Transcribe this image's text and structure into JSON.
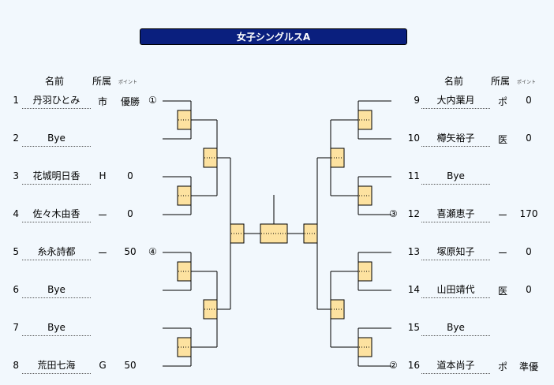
{
  "title": "女子シングルスA",
  "headers": {
    "name": "名前",
    "affiliation": "所属",
    "points": "ポイント"
  },
  "left": [
    {
      "num": "1",
      "name": "丹羽ひとみ",
      "aff": "市",
      "pts": "優勝",
      "seed": "①"
    },
    {
      "num": "2",
      "name": "Bye",
      "aff": "",
      "pts": "",
      "seed": ""
    },
    {
      "num": "3",
      "name": "花城明日香",
      "aff": "H",
      "pts": "0",
      "seed": ""
    },
    {
      "num": "4",
      "name": "佐々木由香",
      "aff": "ー",
      "pts": "0",
      "seed": ""
    },
    {
      "num": "5",
      "name": "糸永詩都",
      "aff": "ー",
      "pts": "50",
      "seed": "④"
    },
    {
      "num": "6",
      "name": "Bye",
      "aff": "",
      "pts": "",
      "seed": ""
    },
    {
      "num": "7",
      "name": "Bye",
      "aff": "",
      "pts": "",
      "seed": ""
    },
    {
      "num": "8",
      "name": "荒田七海",
      "aff": "G",
      "pts": "50",
      "seed": ""
    }
  ],
  "right": [
    {
      "num": "9",
      "name": "大内葉月",
      "aff": "ポ",
      "pts": "0",
      "seed": ""
    },
    {
      "num": "10",
      "name": "樽矢裕子",
      "aff": "医",
      "pts": "0",
      "seed": ""
    },
    {
      "num": "11",
      "name": "Bye",
      "aff": "",
      "pts": "",
      "seed": ""
    },
    {
      "num": "12",
      "name": "喜瀬恵子",
      "aff": "ー",
      "pts": "170",
      "seed": "③"
    },
    {
      "num": "13",
      "name": "塚原知子",
      "aff": "ー",
      "pts": "0",
      "seed": ""
    },
    {
      "num": "14",
      "name": "山田靖代",
      "aff": "医",
      "pts": "0",
      "seed": ""
    },
    {
      "num": "15",
      "name": "Bye",
      "aff": "",
      "pts": "",
      "seed": ""
    },
    {
      "num": "16",
      "name": "道本尚子",
      "aff": "ポ",
      "pts": "準優",
      "seed": "②"
    }
  ],
  "colors": {
    "title_bg": "#0a1f7e",
    "box_fill": "#fde2a0",
    "background": "#f2f8fd"
  }
}
